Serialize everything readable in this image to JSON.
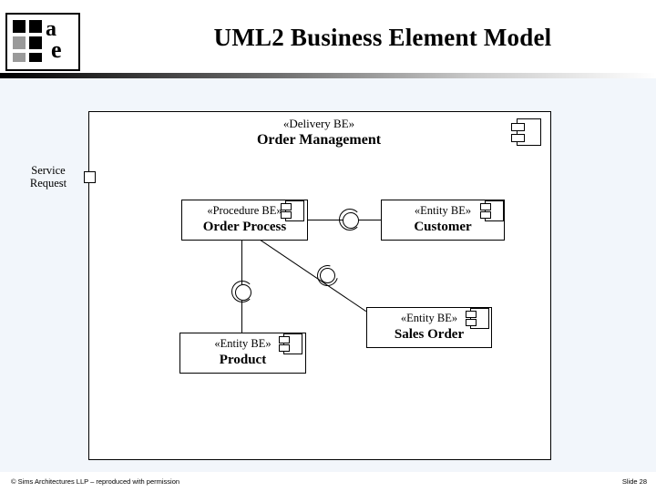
{
  "slide": {
    "title": "UML2 Business Element Model",
    "footer_left": "© Sims Architectures LLP – reproduced with permission",
    "footer_right": "Slide 28",
    "logo_letters": {
      "a": "a",
      "e": "e"
    }
  },
  "diagram": {
    "container": {
      "stereotype": "«Delivery BE»",
      "name": "Order Management"
    },
    "side_port_label": "Service\nRequest",
    "side_port_label_line1": "Service",
    "side_port_label_line2": "Request",
    "nodes": [
      {
        "id": "order-process",
        "stereotype": "«Procedure BE»",
        "name": "Order Process"
      },
      {
        "id": "customer",
        "stereotype": "«Entity BE»",
        "name": "Customer"
      },
      {
        "id": "sales-order",
        "stereotype": "«Entity BE»",
        "name": "Sales Order"
      },
      {
        "id": "product",
        "stereotype": "«Entity BE»",
        "name": "Product"
      }
    ],
    "colors": {
      "line": "#000000",
      "node_fill": "#ffffff",
      "panel_bg": "#f2f6fb",
      "title": "#000000"
    }
  }
}
